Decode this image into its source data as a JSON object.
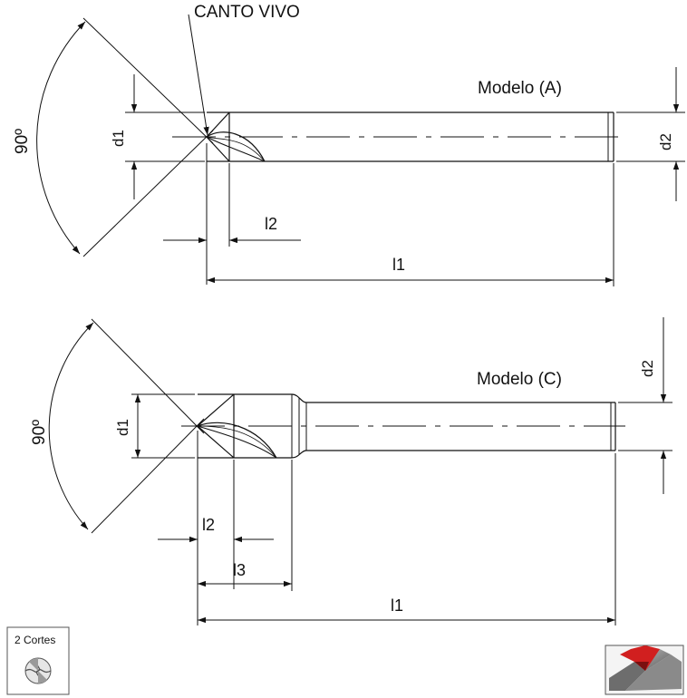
{
  "callout": {
    "sharp_edge": "CANTO VIVO"
  },
  "model_a": {
    "title": "Modelo (A)",
    "angle": "90º",
    "dim_d1": "d1",
    "dim_d2": "d2",
    "dim_l1": "l1",
    "dim_l2": "l2"
  },
  "model_c": {
    "title": "Modelo (C)",
    "angle": "90º",
    "dim_d1": "d1",
    "dim_d2": "d2",
    "dim_l1": "l1",
    "dim_l2": "l2",
    "dim_l3": "l3"
  },
  "badge": {
    "cutting_edges": "2 Cortes",
    "icon": "two-flute-cross-section-icon"
  },
  "application_icon": "v-groove-chamfer-icon"
}
